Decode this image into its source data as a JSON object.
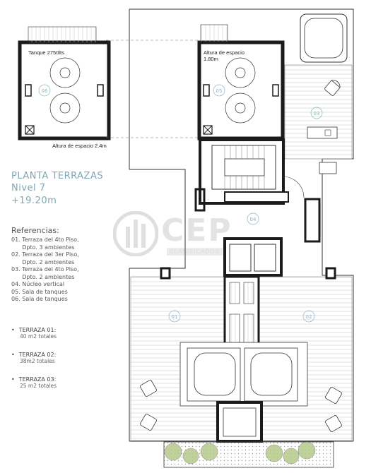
{
  "heading": {
    "title": "PLANTA TERRAZAS",
    "level": "Nivel 7",
    "elevation": "+19.20m"
  },
  "references": {
    "heading": "Referencias:",
    "items": [
      "01. Terraza del 4to Piso,",
      "      Dpto. 3 ambientes",
      "02. Terraza del 3er Piso,",
      "      Dpto. 2 ambientes",
      "03. Terraza del 4to Piso,",
      "      Dpto. 2 ambientes",
      "04. Núcleo vertical",
      "05. Sala de tanques",
      "06. Sala de tanques"
    ]
  },
  "terraces": [
    {
      "name": "TERRAZA 01:",
      "area": "40 m2 totales"
    },
    {
      "name": "TERRAZA 02:",
      "area": "38m2 totales"
    },
    {
      "name": "TERRAZA 03:",
      "area": "25 m2 totales"
    }
  ],
  "plan_labels": {
    "tank_capacity": "Tanque 2750lts",
    "clearance_left": "Altura de espacio 2.4m",
    "clearance_right_1": "Altura de espacio",
    "clearance_right_2": "1.80m"
  },
  "room_tags": {
    "r01": "01",
    "r02": "02",
    "r03": "03",
    "r04": "04",
    "r05": "05",
    "r06": "06"
  },
  "watermark": {
    "logo_text": "CEP",
    "sub_text": "CLASIFICADOS"
  },
  "colors": {
    "wall": "#1b1b1b",
    "line": "#333333",
    "hatch": "#c9c9c9",
    "tag": "#8fb3bd",
    "heading": "#7fa7b3",
    "plant": "#b7c98a"
  }
}
